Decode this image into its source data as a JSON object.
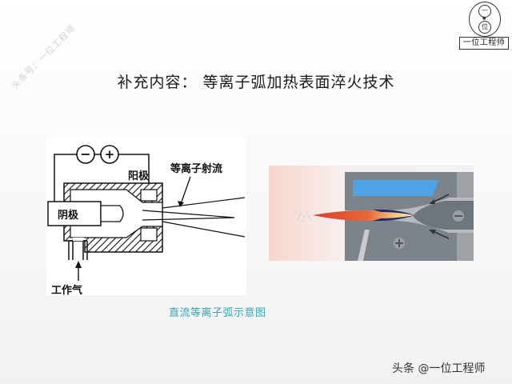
{
  "watermark": {
    "diagonal_text": "头条号：一位工程师"
  },
  "logo": {
    "top_symbol": "一",
    "bottom_symbol": "位",
    "label": "一位工程师"
  },
  "slide": {
    "title": "补充内容：  等离子弧加热表面淬火技术"
  },
  "figure_left": {
    "minus_sign": "−",
    "plus_sign": "+",
    "anode_label": "阳极",
    "cathode_label": "阴极",
    "jet_label": "等离子射流",
    "gas_label": "工作气"
  },
  "figure_right": {
    "minus_sign": "−",
    "plus_sign": "+",
    "colors": {
      "chamber": "#7a7f86",
      "coolant": "#4aa0e0",
      "plasma_hot": "#f7d27a",
      "plasma_outer": "#d84a2a",
      "background": "#f8ded4"
    }
  },
  "caption": "直流等离子弧示意图",
  "footer": {
    "source": "头条 @一位工程师"
  }
}
